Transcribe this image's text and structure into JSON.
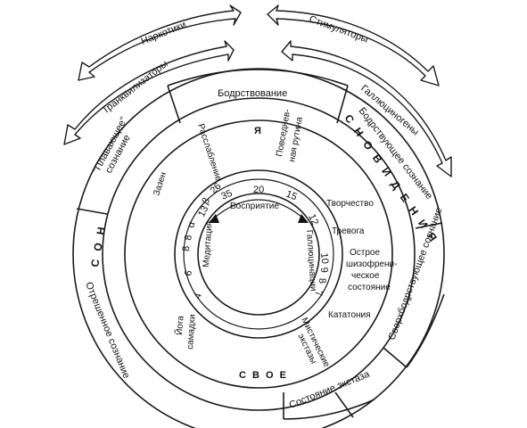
{
  "arrows": {
    "narcotics": "Наркотики",
    "tranquilizers": "Транквилизаторы",
    "stimulants": "Стимуляторы",
    "hallucinogens": "Галлюциногены"
  },
  "outer_ring": {
    "wakefulness": "Бодрствование",
    "waking_dream": "Бодрствующее сознание",
    "superwaking": "Сверхбодрствующее сознание",
    "ecstasy_state": "Состояние экстаза",
    "detached": "Отрешенное сознание",
    "floating_line1": "\"Плавающее\"",
    "floating_line2": "сознание"
  },
  "ring_headers": {
    "son": "С О Н",
    "dreams": "С Н О В И Д Е Н И Я",
    "svoe": "С В О Е",
    "ya": "Я"
  },
  "middle_ring": {
    "relaxation": "Расслабление",
    "routine_line1": "Повседнев-",
    "routine_line2": "ная рутина",
    "creativity": "Творчество",
    "anxiety": "Тревога",
    "schizo_line1": "Острое",
    "schizo_line2": "шизофрени-",
    "schizo_line3": "ческое",
    "schizo_line4": "состояние",
    "catatonia": "Кататония",
    "mystic_line1": "Мистические",
    "mystic_line2": "экстазы",
    "yoga_line1": "Йога",
    "yoga_line2": "самадхи",
    "zazen": "Зазен"
  },
  "inner_ring": {
    "perception": "Восприятие",
    "meditation": "Медитация",
    "hallucinations": "Галлюцинации",
    "greek": [
      "α",
      "β"
    ],
    "numbers_left": [
      "4",
      "6",
      "8",
      "8",
      "13",
      "26"
    ],
    "numbers_top": [
      "35",
      "20",
      "15"
    ],
    "numbers_right": [
      "12",
      "10",
      "9",
      "8",
      "7"
    ]
  }
}
